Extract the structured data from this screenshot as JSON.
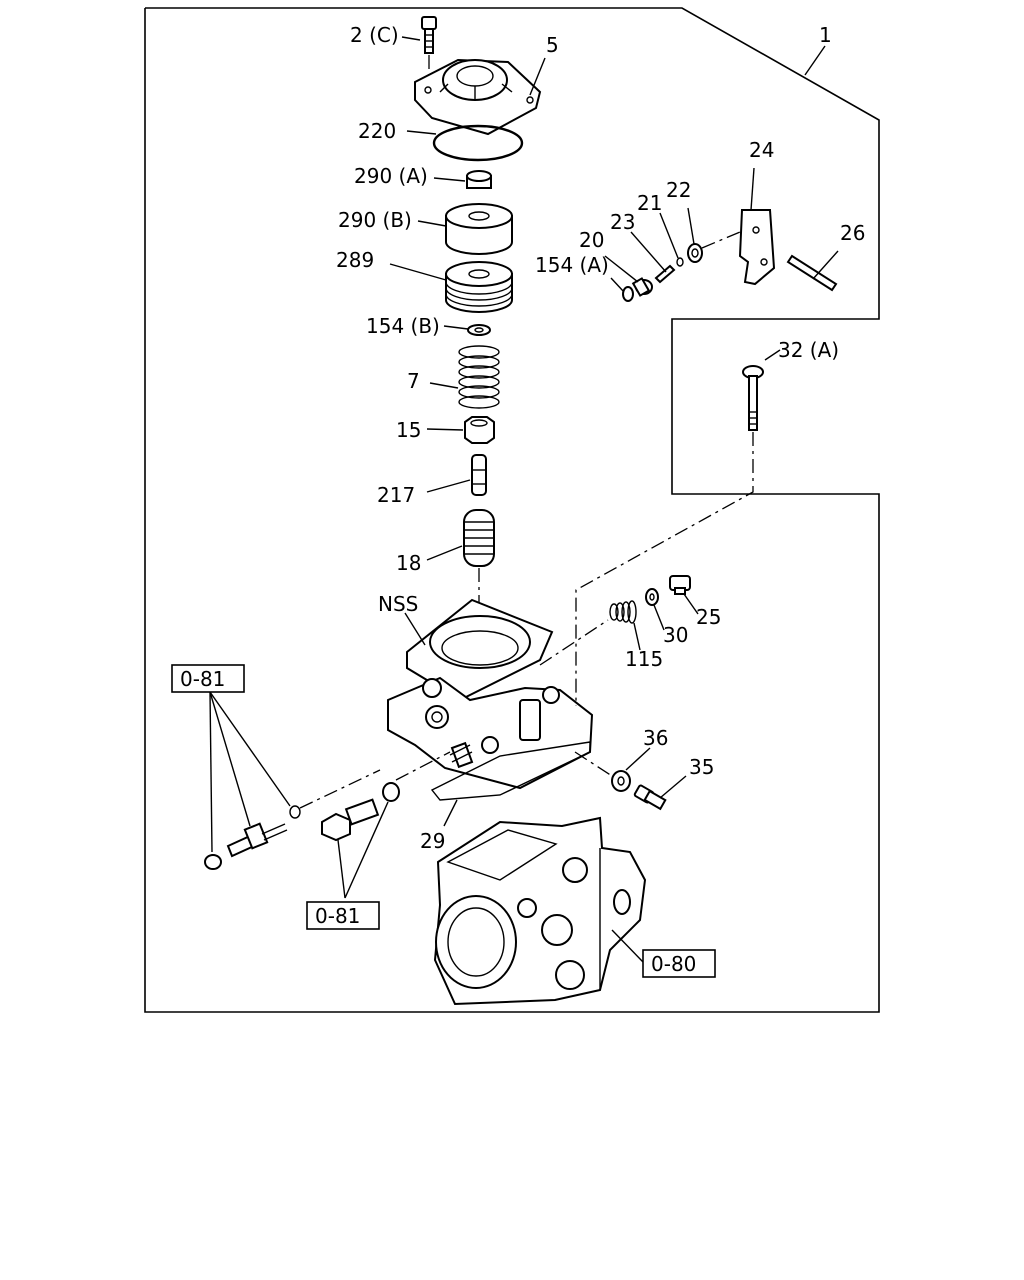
{
  "labels": {
    "l1": "1",
    "l2c": "2 (C)",
    "l5": "5",
    "l220": "220",
    "l290a": "290 (A)",
    "l290b": "290 (B)",
    "l289": "289",
    "l154b": "154 (B)",
    "l7": "7",
    "l15": "15",
    "l217": "217",
    "l18": "18",
    "lnss": "NSS",
    "l24": "24",
    "l26": "26",
    "l22": "22",
    "l21": "21",
    "l23": "23",
    "l20": "20",
    "l154a": "154 (A)",
    "l32a": "32 (A)",
    "l25": "25",
    "l30": "30",
    "l115": "115",
    "l36": "36",
    "l35": "35",
    "l29": "29"
  },
  "references": {
    "ref081a": "0-81",
    "ref081b": "0-81",
    "ref080": "0-80"
  }
}
